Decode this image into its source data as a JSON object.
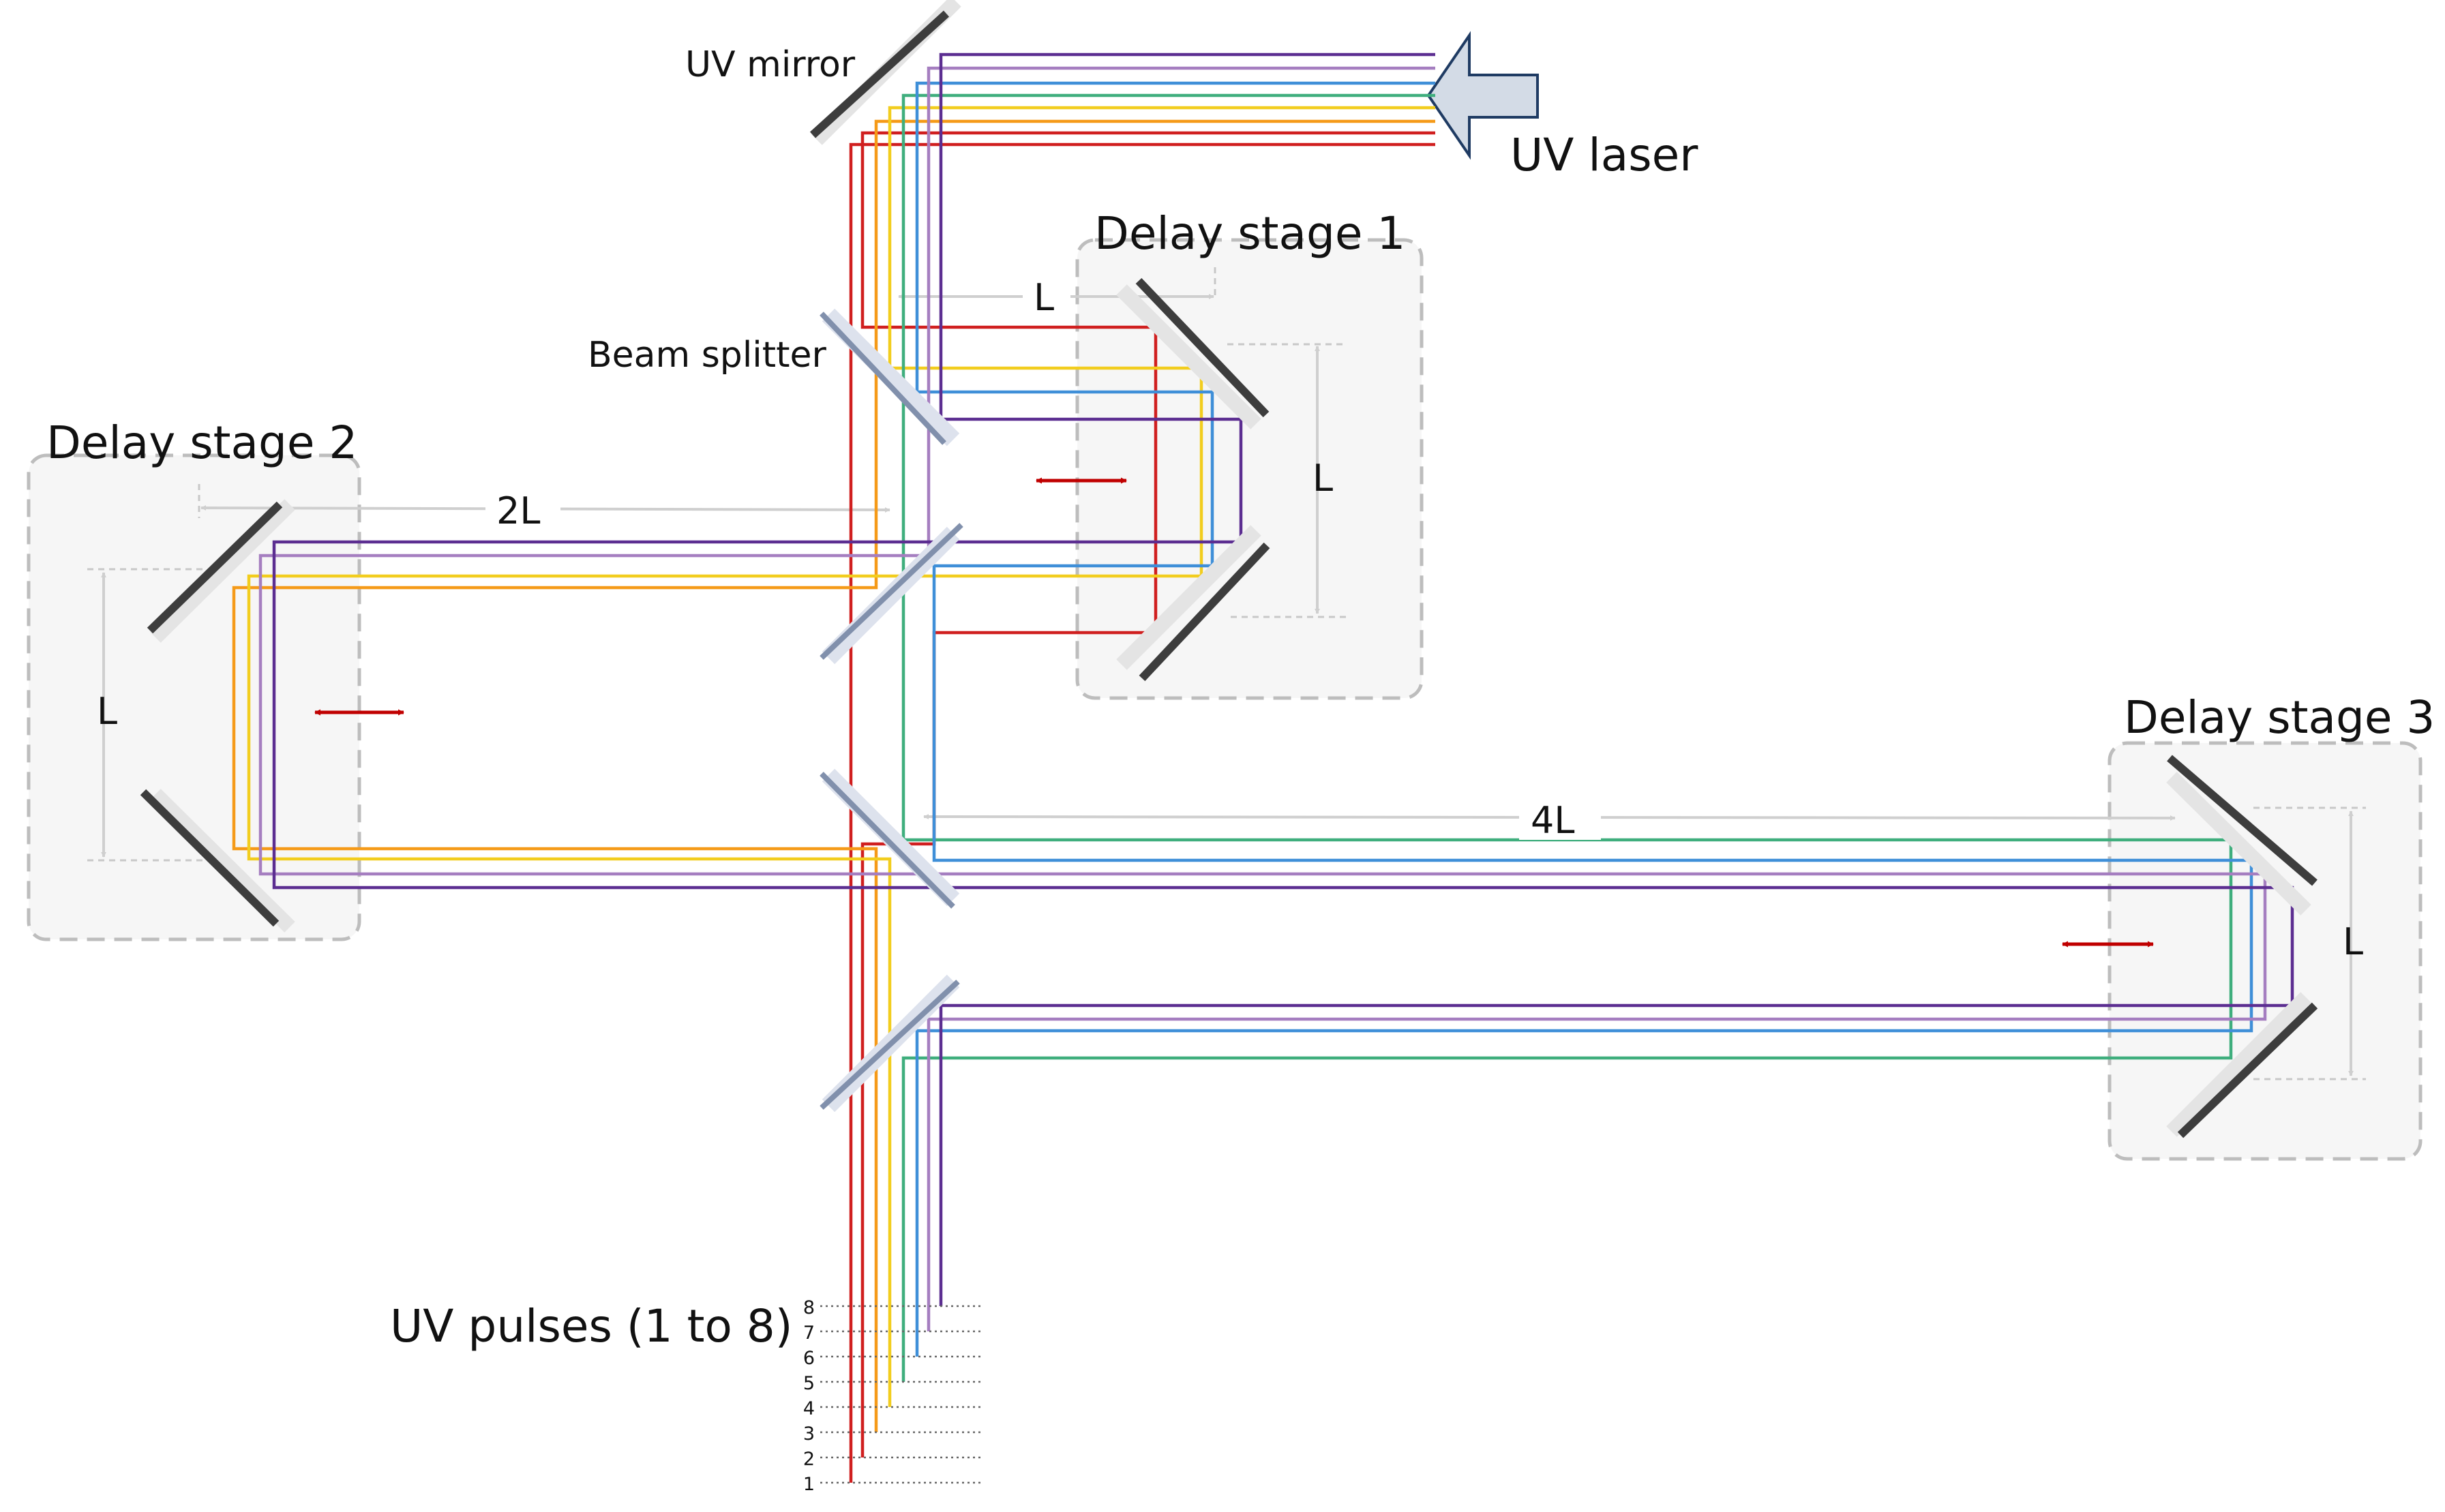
{
  "labels": {
    "uv_mirror": "UV mirror",
    "uv_laser": "UV laser",
    "beam_splitter": "Beam splitter",
    "stage1": "Delay stage 1",
    "stage2": "Delay stage 2",
    "stage3": "Delay stage 3",
    "uv_pulses": "UV pulses (1 to 8)",
    "dist_L_top": "L",
    "dist_L_stage1": "L",
    "dist_L_stage2": "L",
    "dist_L_stage3": "L",
    "dist_2L": "2L",
    "dist_4L": "4L"
  },
  "pulse_numbers": [
    "1",
    "2",
    "3",
    "4",
    "5",
    "6",
    "7",
    "8"
  ],
  "colors": {
    "beam_1": "#d01f1f",
    "beam_2": "#d01f1f",
    "beam_3": "#f59a18",
    "beam_4": "#f2cd1e",
    "beam_5": "#3fae7d",
    "beam_6": "#3f8fd8",
    "beam_7": "#a57ec0",
    "beam_8": "#5c2e91",
    "motion_arrow": "#c00000",
    "mirror": "#3d3d3d",
    "splitter": "#8190ac",
    "laser_arrow": "#d3dbe6"
  },
  "icons": {
    "laser_source": "block-arrow-left",
    "stage_motion": "double-headed-arrow"
  }
}
